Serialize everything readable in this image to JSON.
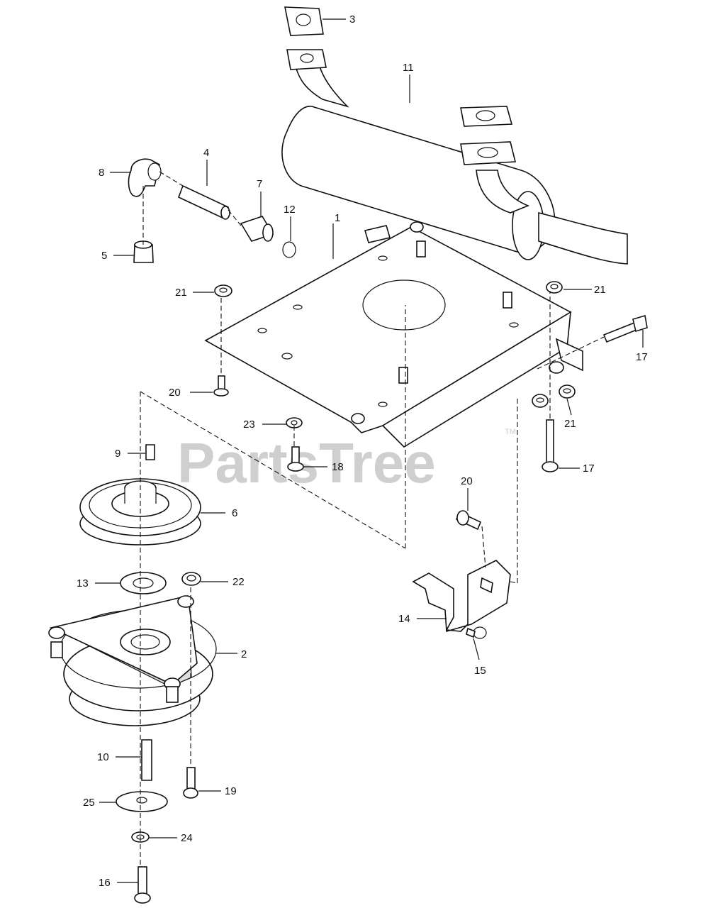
{
  "watermark": {
    "brand": "PartsTree",
    "trademark": "TM"
  },
  "callouts": [
    {
      "id": "c1",
      "label": "1"
    },
    {
      "id": "c2",
      "label": "2"
    },
    {
      "id": "c3",
      "label": "3"
    },
    {
      "id": "c4",
      "label": "4"
    },
    {
      "id": "c5",
      "label": "5"
    },
    {
      "id": "c6",
      "label": "6"
    },
    {
      "id": "c7",
      "label": "7"
    },
    {
      "id": "c8",
      "label": "8"
    },
    {
      "id": "c9",
      "label": "9"
    },
    {
      "id": "c10",
      "label": "10"
    },
    {
      "id": "c11",
      "label": "11"
    },
    {
      "id": "c12",
      "label": "12"
    },
    {
      "id": "c13",
      "label": "13"
    },
    {
      "id": "c14",
      "label": "14"
    },
    {
      "id": "c15",
      "label": "15"
    },
    {
      "id": "c16",
      "label": "16"
    },
    {
      "id": "c17a",
      "label": "17"
    },
    {
      "id": "c17b",
      "label": "17"
    },
    {
      "id": "c18",
      "label": "18"
    },
    {
      "id": "c19",
      "label": "19"
    },
    {
      "id": "c20a",
      "label": "20"
    },
    {
      "id": "c20b",
      "label": "20"
    },
    {
      "id": "c21a",
      "label": "21"
    },
    {
      "id": "c21b",
      "label": "21"
    },
    {
      "id": "c21c",
      "label": "21"
    },
    {
      "id": "c22",
      "label": "22"
    },
    {
      "id": "c23",
      "label": "23"
    },
    {
      "id": "c24",
      "label": "24"
    },
    {
      "id": "c25",
      "label": "25"
    }
  ]
}
